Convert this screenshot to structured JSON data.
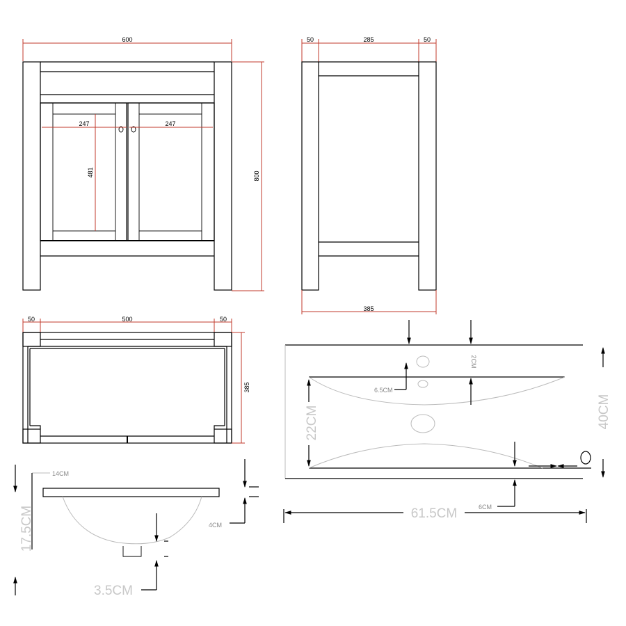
{
  "front_view": {
    "width_label": "600",
    "height_label": "800",
    "door_left_width": "247",
    "door_right_width": "247",
    "door_height": "481"
  },
  "side_view": {
    "left_leg": "50",
    "middle": "285",
    "right_leg": "50",
    "depth": "385"
  },
  "top_view": {
    "left": "50",
    "middle": "500",
    "right": "50",
    "depth": "385"
  },
  "basin_section": {
    "top_width": "14CM",
    "rim_thickness": "4CM",
    "depth": "17.5CM",
    "drain": "3.5CM"
  },
  "basin_plan": {
    "hole_offset": "2CM",
    "hole_size": "6.5CM",
    "depth": "40CM",
    "bowl": "22CM",
    "front_edge": "6CM",
    "total_width": "61.5CM"
  }
}
